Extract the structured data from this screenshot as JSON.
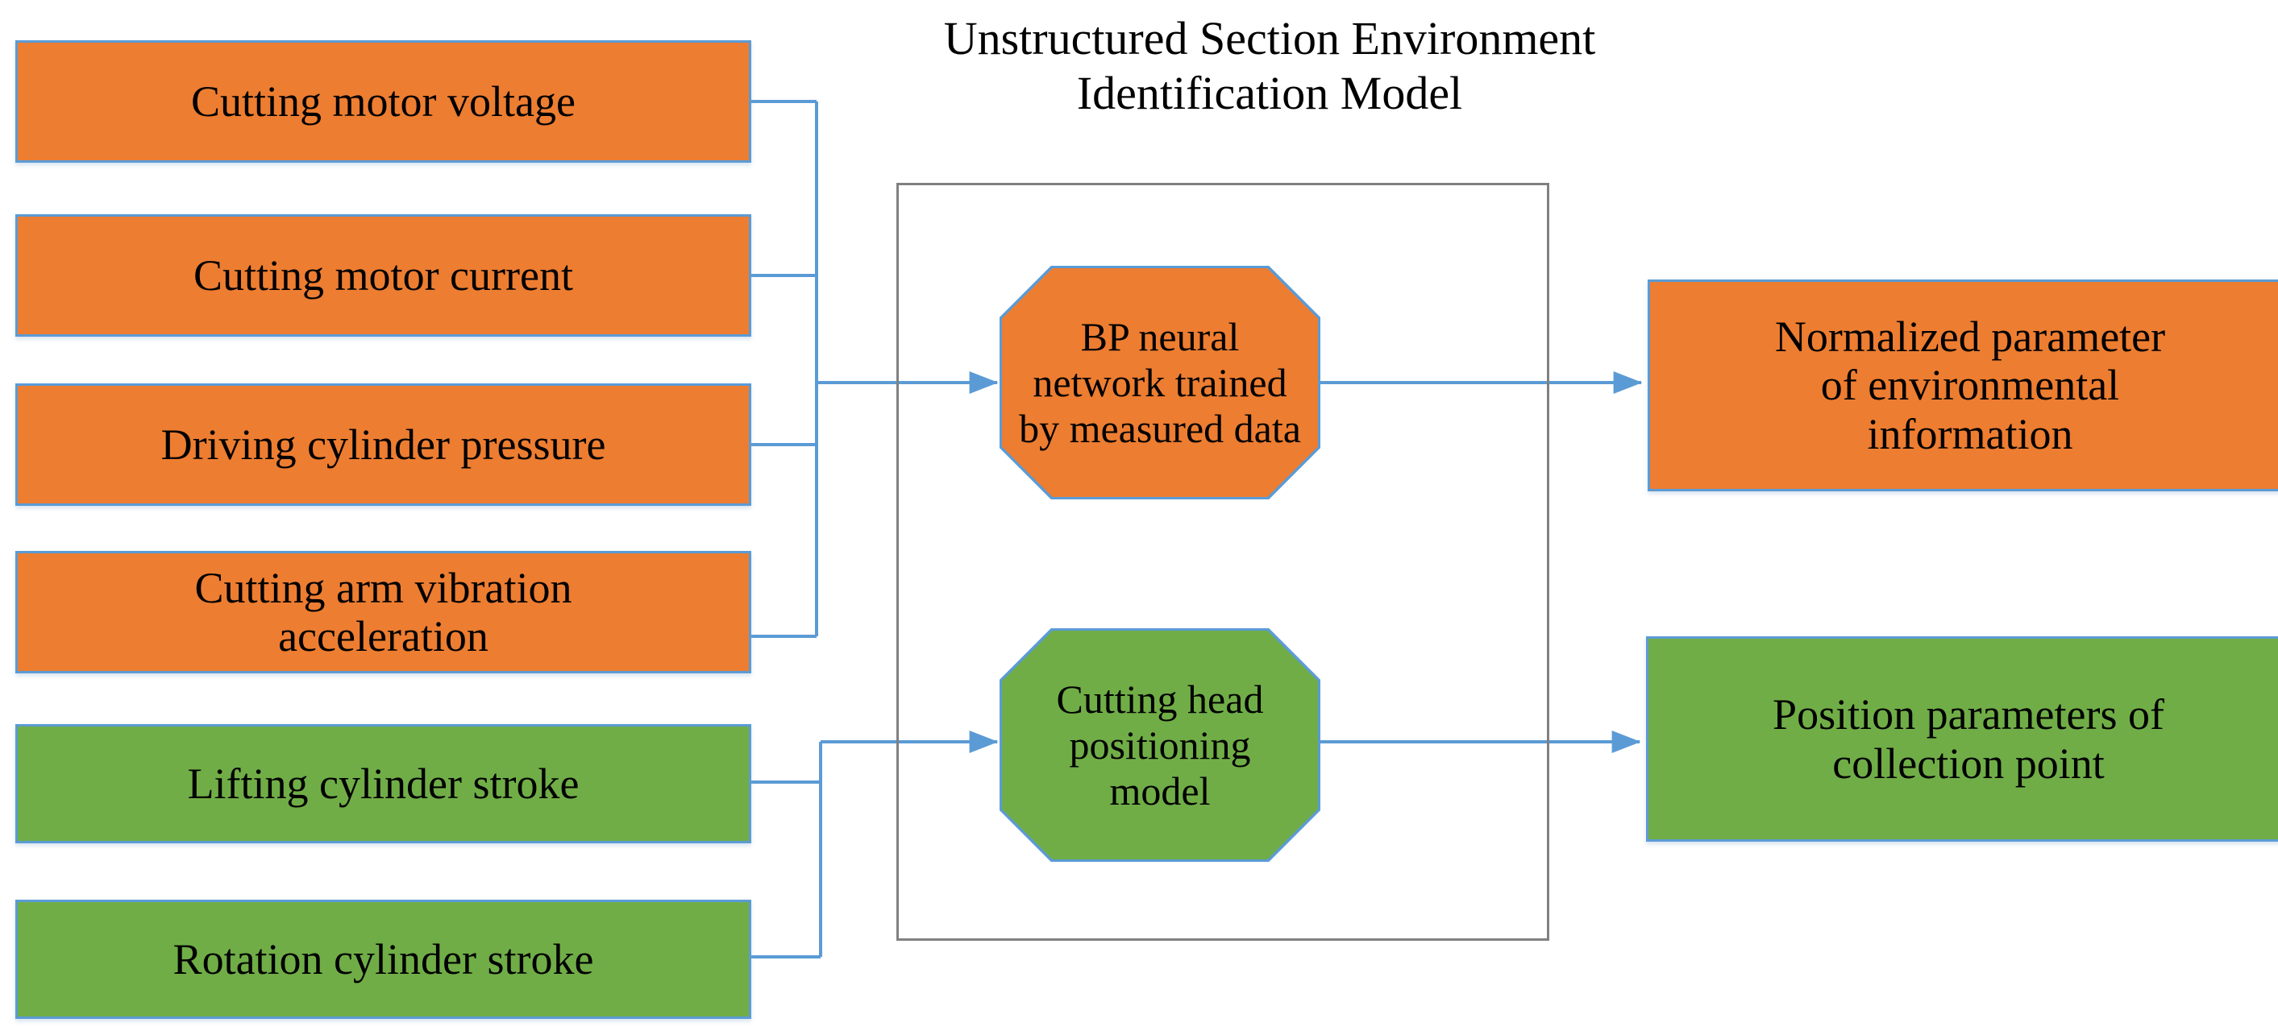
{
  "diagram": {
    "title": "Unstructured Section Environment\nIdentification Model",
    "colors": {
      "orange": "#ED7D31",
      "green": "#70AD47",
      "border_blue": "#5B9BD5",
      "frame_gray": "#808080",
      "connector_blue": "#5B9BD5",
      "text": "#000000",
      "background": "#FFFFFF"
    },
    "inputs": [
      {
        "label": "Cutting motor voltage",
        "color": "orange",
        "group": "environment"
      },
      {
        "label": "Cutting motor current",
        "color": "orange",
        "group": "environment"
      },
      {
        "label": "Driving cylinder pressure",
        "color": "orange",
        "group": "environment"
      },
      {
        "label": "Cutting arm vibration\nacceleration",
        "color": "orange",
        "group": "environment"
      },
      {
        "label": "Lifting cylinder stroke",
        "color": "green",
        "group": "position"
      },
      {
        "label": "Rotation cylinder stroke",
        "color": "green",
        "group": "position"
      }
    ],
    "processes": [
      {
        "label": "BP neural\nnetwork trained\nby measured data",
        "color": "orange",
        "shape": "octagon"
      },
      {
        "label": "Cutting head\npositioning\nmodel",
        "color": "green",
        "shape": "octagon"
      }
    ],
    "outputs": [
      {
        "label": "Normalized parameter\nof environmental\ninformation",
        "color": "orange"
      },
      {
        "label": "Position parameters of\ncollection point",
        "color": "green"
      }
    ]
  }
}
